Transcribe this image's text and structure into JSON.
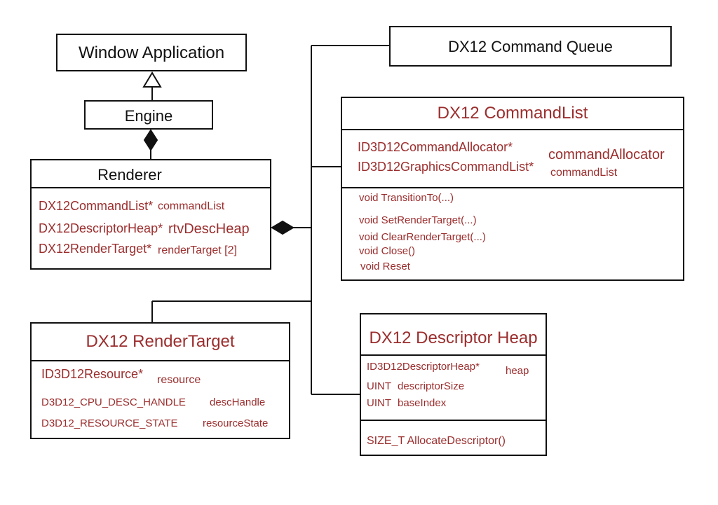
{
  "colors": {
    "line": "#111111",
    "text": "#9b2d2d"
  },
  "classes": {
    "window_application": {
      "title": "Window Application"
    },
    "engine": {
      "title": "Engine"
    },
    "renderer": {
      "title": "Renderer",
      "fields": [
        {
          "type": "DX12CommandList*",
          "name": "commandList"
        },
        {
          "type": "DX12DescriptorHeap*",
          "name": "rtvDescHeap"
        },
        {
          "type": "DX12RenderTarget*",
          "name": "renderTarget [2]"
        }
      ]
    },
    "command_queue": {
      "title": "DX12 Command Queue"
    },
    "command_list": {
      "title": "DX12 CommandList",
      "fields": [
        {
          "type": "ID3D12CommandAllocator*",
          "name": "commandAllocator"
        },
        {
          "type": "ID3D12GraphicsCommandList*",
          "name": "commandList"
        }
      ],
      "methods": [
        "void TransitionTo(...)",
        "void SetRenderTarget(...)",
        "void ClearRenderTarget(...)",
        "void Close()",
        "void Reset"
      ]
    },
    "render_target": {
      "title": "DX12 RenderTarget",
      "fields": [
        {
          "type": "ID3D12Resource*",
          "name": "resource"
        },
        {
          "type": "D3D12_CPU_DESC_HANDLE",
          "name": "descHandle"
        },
        {
          "type": "D3D12_RESOURCE_STATE",
          "name": "resourceState"
        }
      ]
    },
    "descriptor_heap": {
      "title": "DX12 Descriptor Heap",
      "fields": [
        {
          "type": "ID3D12DescriptorHeap*",
          "name": "heap"
        },
        {
          "type": "UINT",
          "name": "descriptorSize"
        },
        {
          "type": "UINT",
          "name": "baseIndex"
        }
      ],
      "methods": [
        "SIZE_T AllocateDescriptor()"
      ]
    }
  }
}
